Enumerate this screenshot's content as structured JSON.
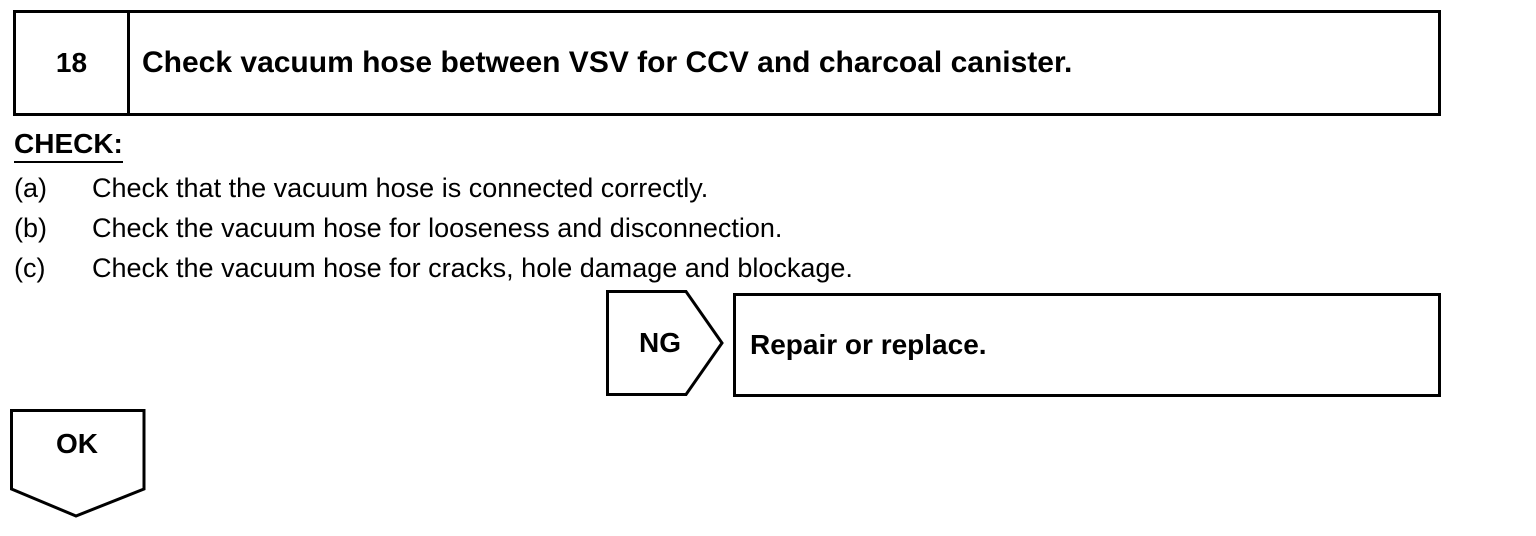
{
  "step": {
    "number": "18",
    "title": "Check vacuum hose between VSV for CCV and charcoal canister."
  },
  "check": {
    "label": "CHECK:",
    "items": [
      {
        "mark": "(a)",
        "text": "Check that the vacuum hose is connected correctly."
      },
      {
        "mark": "(b)",
        "text": "Check the vacuum hose for looseness and disconnection."
      },
      {
        "mark": "(c)",
        "text": "Check the vacuum hose for cracks, hole damage and blockage."
      }
    ]
  },
  "ng_branch": {
    "label": "NG",
    "action": "Repair or replace."
  },
  "ok_branch": {
    "label": "OK"
  }
}
